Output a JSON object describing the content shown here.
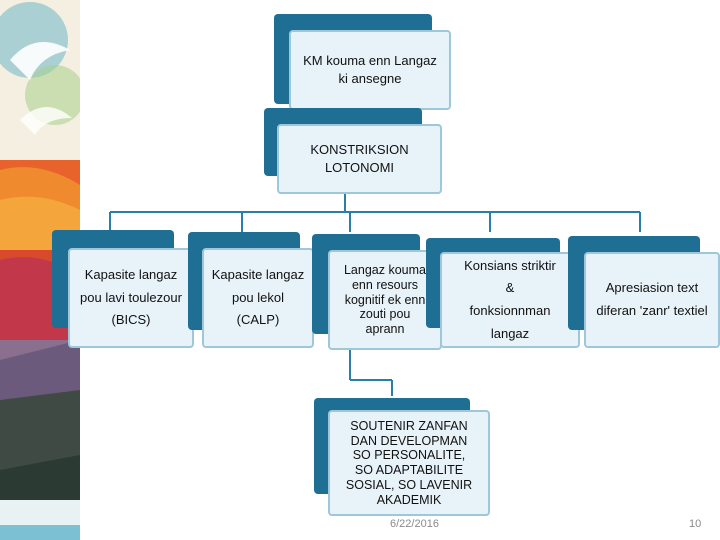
{
  "diagram": {
    "root": "KM kouma enn Langaz\nki ansegne",
    "center": "KONSTRIKSION\nLOTONOMI",
    "children": [
      "Kapasite langaz\npou lavi toulezour\n(BICS)",
      "Kapasite langaz\npou lekol\n(CALP)",
      "Langaz kouma\nenn resours\nkognitif ek enn\nzouti pou\naprann",
      "Konsians striktir\n&\nfonksionnman\nlangaz",
      "Apresiasion text\ndiferan 'zanr' textiel"
    ],
    "outcome": "SOUTENIR ZANFAN\nDAN DEVELOPMAN\nSO PERSONALITE,\nSO ADAPTABILITE\nSOSIAL, SO LAVENIR\nAKADEMIK"
  },
  "footer": {
    "date": "6/22/2016",
    "page": "10"
  },
  "colors": {
    "shadow": "#1f6e93",
    "box_fill": "#e8f3f9",
    "box_border": "#9fc7da",
    "connector": "#2a7ea8"
  },
  "icons": [
    "decorative-art-strip"
  ]
}
